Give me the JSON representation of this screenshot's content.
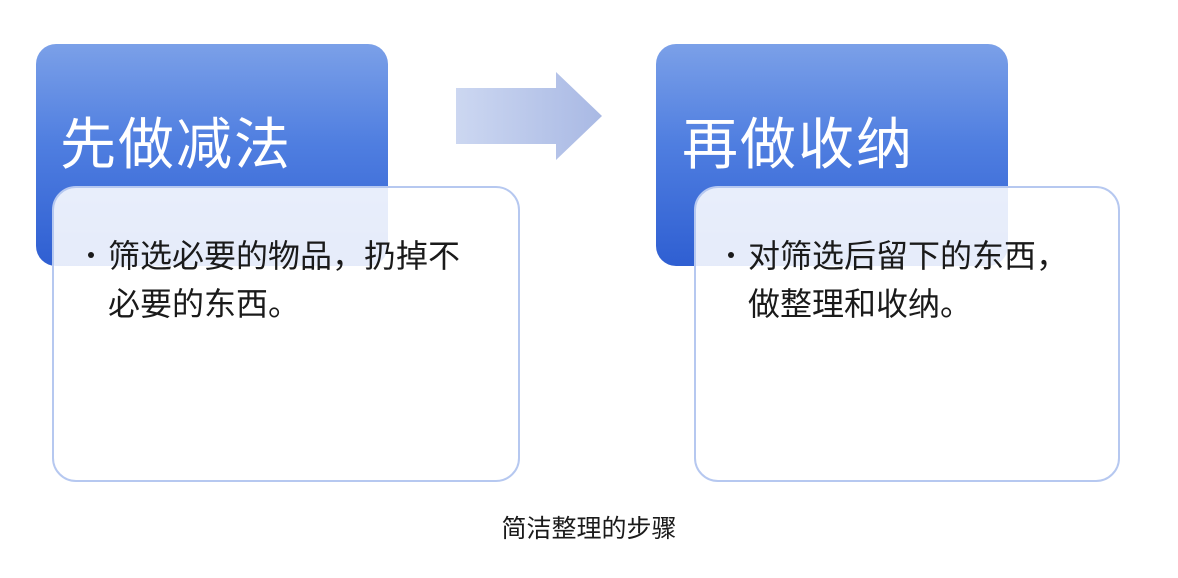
{
  "steps": [
    {
      "title": "先做减法",
      "bullets": [
        "筛选必要的物品，扔掉不必要的东西。"
      ]
    },
    {
      "title": "再做收纳",
      "bullets": [
        "对筛选后留下的东西，做整理和收纳。"
      ]
    }
  ],
  "caption": "简洁整理的步骤",
  "colors": {
    "header_top": "#7ba0e8",
    "header_bottom": "#2f5fd2",
    "card_border": "#b6c8f0",
    "arrow": "#b9c7ea"
  },
  "icons": {
    "flow_arrow": "arrow-right-icon"
  }
}
